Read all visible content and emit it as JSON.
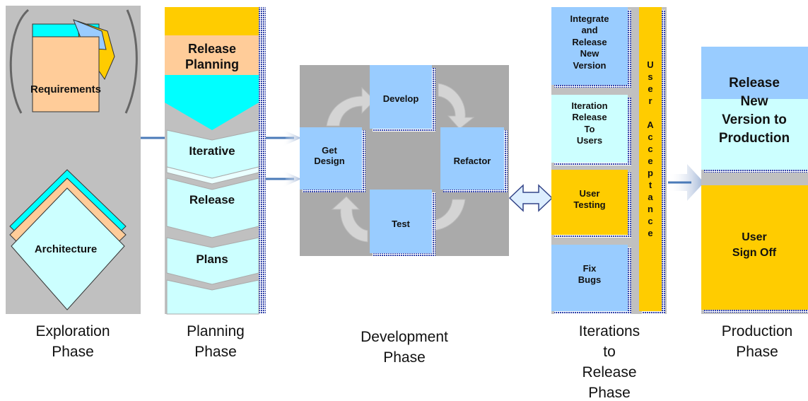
{
  "exploration": {
    "requirements": "Requirements",
    "architecture": "Architecture",
    "caption": [
      "Exploration",
      "Phase"
    ]
  },
  "planning": {
    "release_planning": [
      "Release",
      "Planning"
    ],
    "items": [
      "Iterative",
      "Release",
      "Plans"
    ],
    "caption": [
      "Planning",
      "Phase"
    ]
  },
  "development": {
    "get_design": [
      "Get",
      "Design"
    ],
    "develop": "Develop",
    "refactor": "Refactor",
    "test": "Test",
    "caption": [
      "Development",
      "Phase"
    ]
  },
  "iterations": {
    "integrate": [
      "Integrate",
      "and",
      "Release",
      "New",
      "Version"
    ],
    "iteration_release": [
      "Iteration",
      "Release",
      "To",
      "Users"
    ],
    "user_testing": [
      "User",
      "Testing"
    ],
    "fix_bugs": [
      "Fix",
      "Bugs"
    ],
    "user_acceptance": [
      "U",
      "s",
      "e",
      "r",
      "",
      "A",
      "c",
      "c",
      "e",
      "p",
      "t",
      "a",
      "n",
      "c",
      "e"
    ],
    "caption": [
      "Iterations",
      "to",
      "Release",
      "Phase"
    ]
  },
  "production": {
    "release_new_version": [
      "Release",
      "New",
      "Version to",
      "Production"
    ],
    "user_sign_off": [
      "User",
      "Sign Off"
    ],
    "caption": [
      "Production",
      "Phase"
    ]
  },
  "colors": {
    "light_blue": "#99ccff",
    "cyan": "#00ffff",
    "pale_cyan": "#ccffff",
    "peach": "#ffcc99",
    "gold": "#ffcc00",
    "gray": "#c0c0c0",
    "dark_gray": "#aaaaaa",
    "dots": "#3344aa",
    "arrow": "#4a7ab8"
  }
}
